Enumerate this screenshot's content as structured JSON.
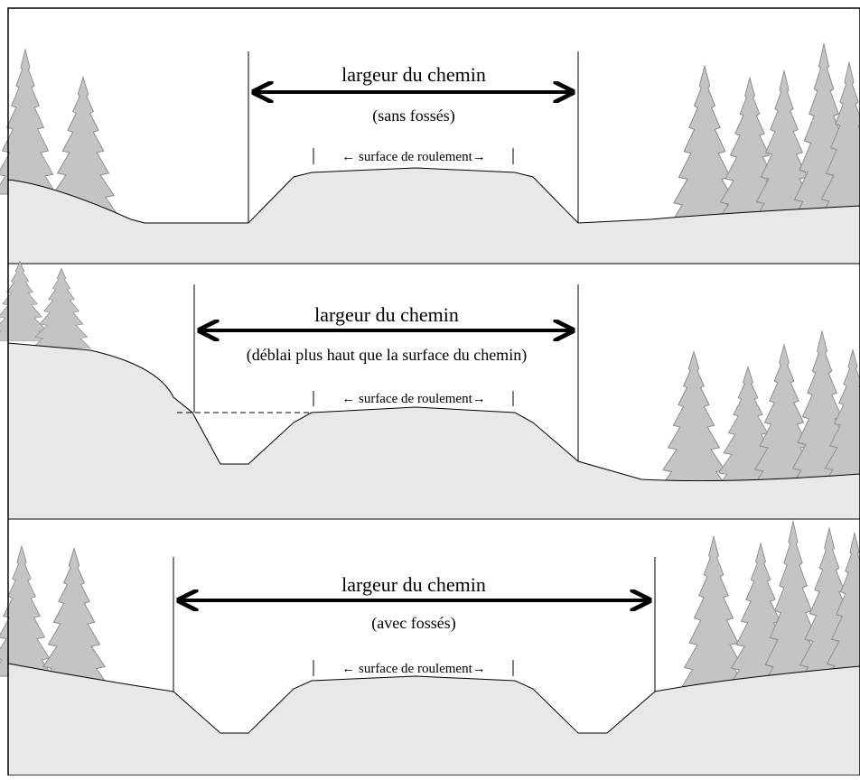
{
  "colors": {
    "ground": "#e8e8e8",
    "tree": "#c4c4c4",
    "tree_outline": "#7a7a7a",
    "line": "#000000",
    "background": "#ffffff"
  },
  "panels": [
    {
      "title": "largeur du chemin",
      "subtitle": "(sans fossés)",
      "surface_label": "surface de roulement"
    },
    {
      "title": "largeur du chemin",
      "subtitle": "(déblai plus haut que la surface du chemin)",
      "surface_label": "surface de roulement"
    },
    {
      "title": "largeur du chemin",
      "subtitle": "(avec fossés)",
      "surface_label": "surface de roulement"
    }
  ]
}
